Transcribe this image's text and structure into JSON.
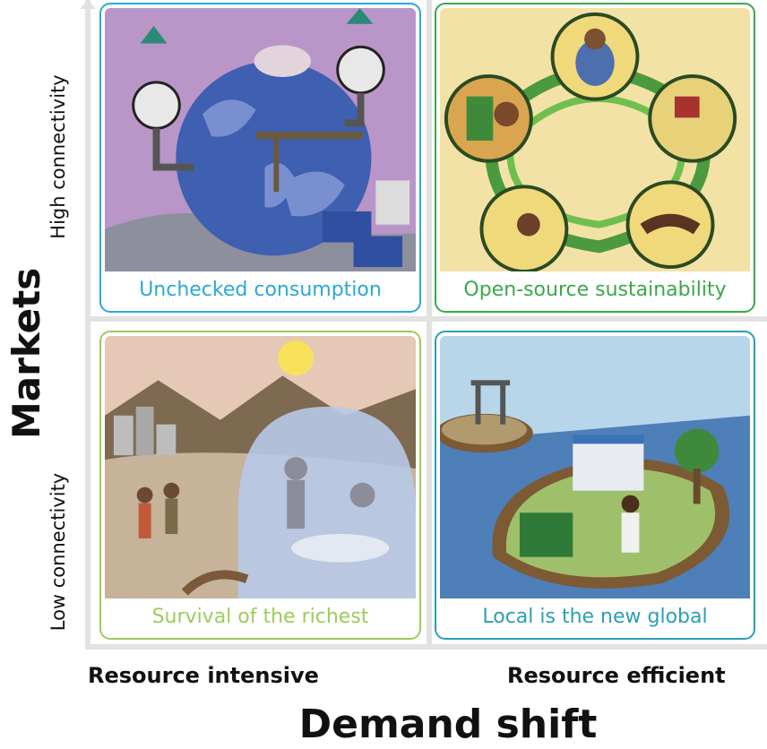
{
  "y_axis": {
    "title": "Markets",
    "top_label": "High connectivity",
    "bottom_label": "Low connectivity"
  },
  "x_axis": {
    "title": "Demand shift",
    "left_label": "Resource intensive",
    "right_label": "Resource efficient"
  },
  "quadrants": [
    {
      "caption": "Unchecked consumption",
      "color": "#29a8d6"
    },
    {
      "caption": "Open-source sustainability",
      "color": "#3aa84a"
    },
    {
      "caption": "Survival of the richest",
      "color": "#9ccc5a"
    },
    {
      "caption": "Local is the new global",
      "color": "#2b9fb3"
    }
  ]
}
